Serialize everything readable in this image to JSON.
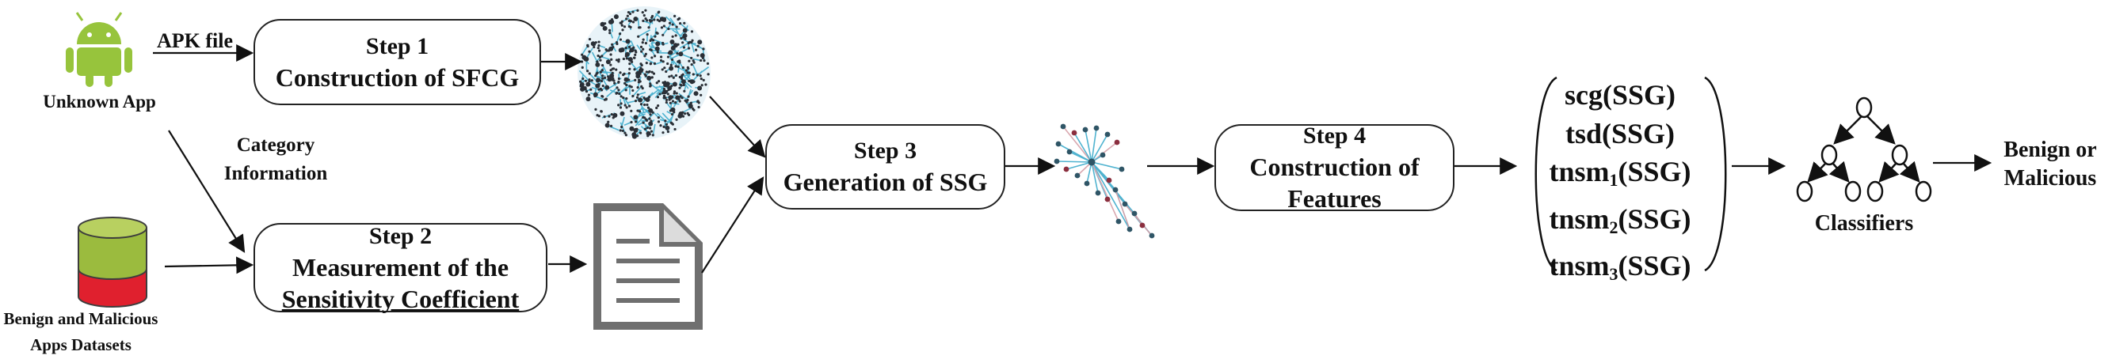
{
  "inputs": {
    "apk_label": "APK file",
    "unknown_app_label": "Unknown App",
    "category_label_line1": "Category",
    "category_label_line2": "Information",
    "datasets_label_line1": "Benign and Malicious",
    "datasets_label_line2": "Apps Datasets"
  },
  "steps": {
    "step1": {
      "title": "Step 1",
      "subtitle": "Construction of SFCG"
    },
    "step2": {
      "title": "Step 2",
      "subtitle_line1": "Measurement of the",
      "subtitle_line2": "Sensitivity Coefficient"
    },
    "step3": {
      "title": "Step 3",
      "subtitle": "Generation of SSG"
    },
    "step4": {
      "title": "Step 4",
      "subtitle_line1": "Construction of",
      "subtitle_line2": "Features"
    }
  },
  "features": [
    {
      "base": "scg(SSG)",
      "sub": ""
    },
    {
      "base": "tsd(SSG)",
      "sub": ""
    },
    {
      "base": "tnsm",
      "sub": "1",
      "suffix": "(SSG)"
    },
    {
      "base": "tnsm",
      "sub": "2",
      "suffix": "(SSG)"
    },
    {
      "base": "tnsm",
      "sub": "3",
      "suffix": "(SSG)"
    }
  ],
  "classifiers_label": "Classifiers",
  "output": {
    "line1": "Benign or",
    "line2": "Malicious"
  },
  "icons": [
    "android-icon",
    "database-icon",
    "graph-cloud-icon",
    "document-icon",
    "subgraph-icon",
    "decision-tree-icon"
  ],
  "colors": {
    "android_green": "#97c43c",
    "db_green": "#9bbb3e",
    "db_red": "#e0202e",
    "graph_cyan": "#4fb3d0",
    "graph_dark": "#2a2f36",
    "doc_gray": "#6f6f6f"
  }
}
